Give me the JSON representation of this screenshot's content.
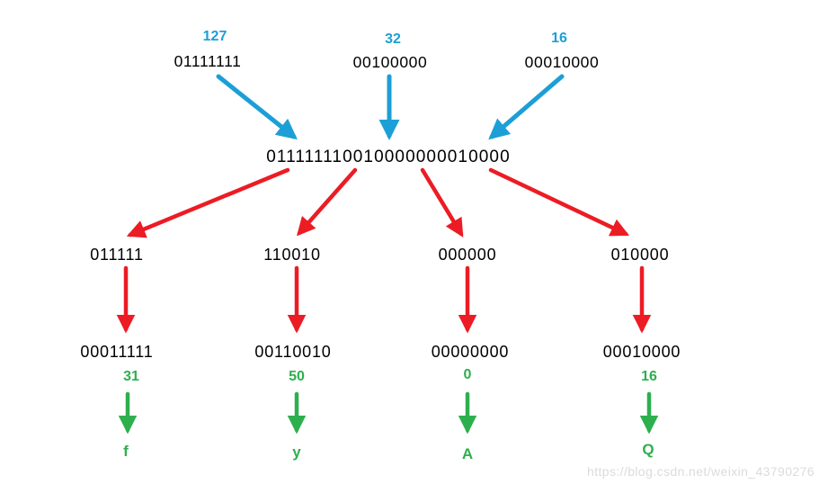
{
  "diagram": {
    "inputs": [
      {
        "value": "127",
        "binary": "01111111"
      },
      {
        "value": "32",
        "binary": "00100000"
      },
      {
        "value": "16",
        "binary": "00010000"
      }
    ],
    "combined": "011111110010000000010000",
    "groups": [
      {
        "bits6": "011111",
        "bits8": "00011111",
        "decimal": "31",
        "char": "f"
      },
      {
        "bits6": "110010",
        "bits8": "00110010",
        "decimal": "50",
        "char": "y"
      },
      {
        "bits6": "000000",
        "bits8": "00000000",
        "decimal": "0",
        "char": "A"
      },
      {
        "bits6": "010000",
        "bits8": "00010000",
        "decimal": "16",
        "char": "Q"
      }
    ],
    "watermark": "https://blog.csdn.net/weixin_43790276",
    "colors": {
      "blue": "#1C9FD6",
      "red": "#EC1C24",
      "green": "#2EAF4E",
      "watermark": "#DBDBDB"
    }
  }
}
